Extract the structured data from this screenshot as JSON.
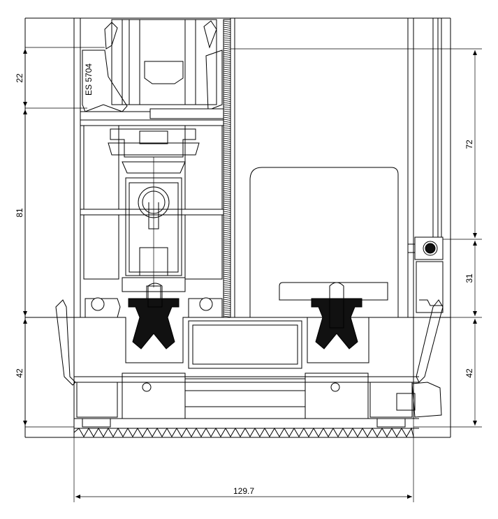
{
  "drawing": {
    "part_label": "ES 5704",
    "dimensions": {
      "left_top": "22",
      "left_middle": "81",
      "left_bottom": "42",
      "right_top": "72",
      "right_middle": "31",
      "right_bottom": "42",
      "bottom_width": "129.7"
    }
  }
}
